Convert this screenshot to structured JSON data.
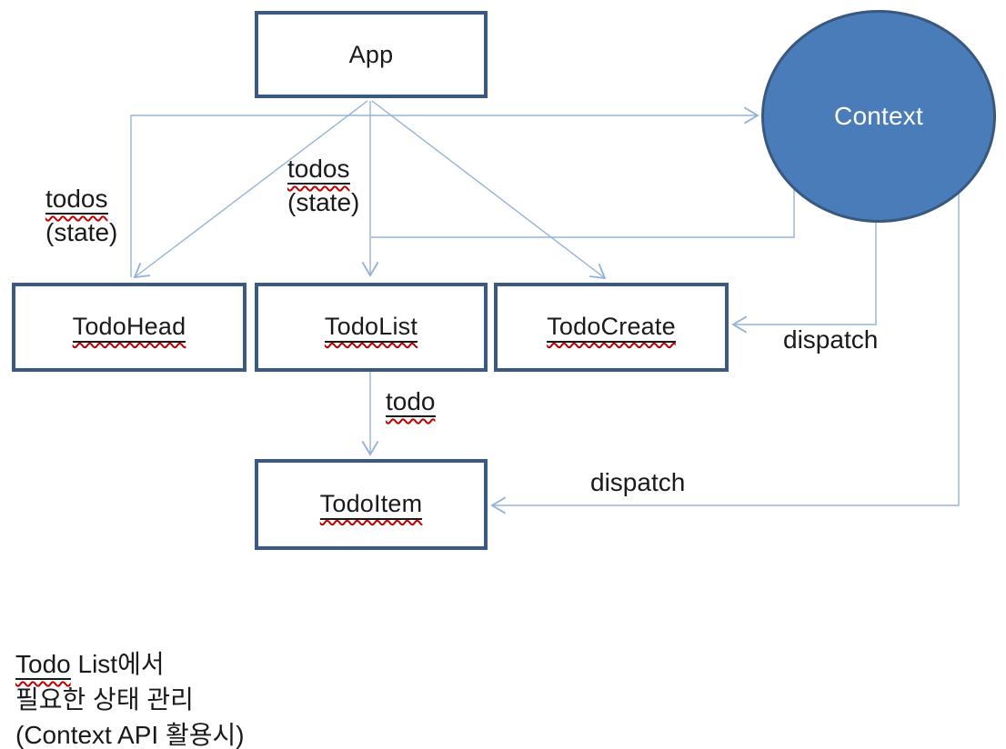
{
  "nodes": {
    "app": {
      "label": "App",
      "shape": "rect"
    },
    "context": {
      "label": "Context",
      "shape": "ellipse"
    },
    "todo_head": {
      "label": "TodoHead",
      "shape": "rect"
    },
    "todo_list": {
      "label": "TodoList",
      "shape": "rect"
    },
    "todo_create": {
      "label": "TodoCreate",
      "shape": "rect"
    },
    "todo_item": {
      "label": "TodoItem",
      "shape": "rect"
    }
  },
  "edge_labels": {
    "todos_state_left": {
      "word": "todos",
      "rest": "(state)"
    },
    "todos_state_mid": {
      "word": "todos",
      "rest": "(state)"
    },
    "todo_label": "todo",
    "dispatch_to_create": "dispatch",
    "dispatch_to_item": "dispatch"
  },
  "caption": {
    "line1_word": "Todo",
    "line1_rest": " List에서",
    "line2": "필요한 상태 관리",
    "line3_pre": "(Context API ",
    "line3_word": "활용시",
    "line3_post": ")"
  },
  "colors": {
    "box_border": "#3a5a82",
    "box_fill": "#ffffff",
    "ellipse_fill": "#4a7cba",
    "ellipse_border": "#38587e",
    "connector": "#95b3d7",
    "text": "#1a1a1a",
    "squiggle": "#c00000"
  }
}
